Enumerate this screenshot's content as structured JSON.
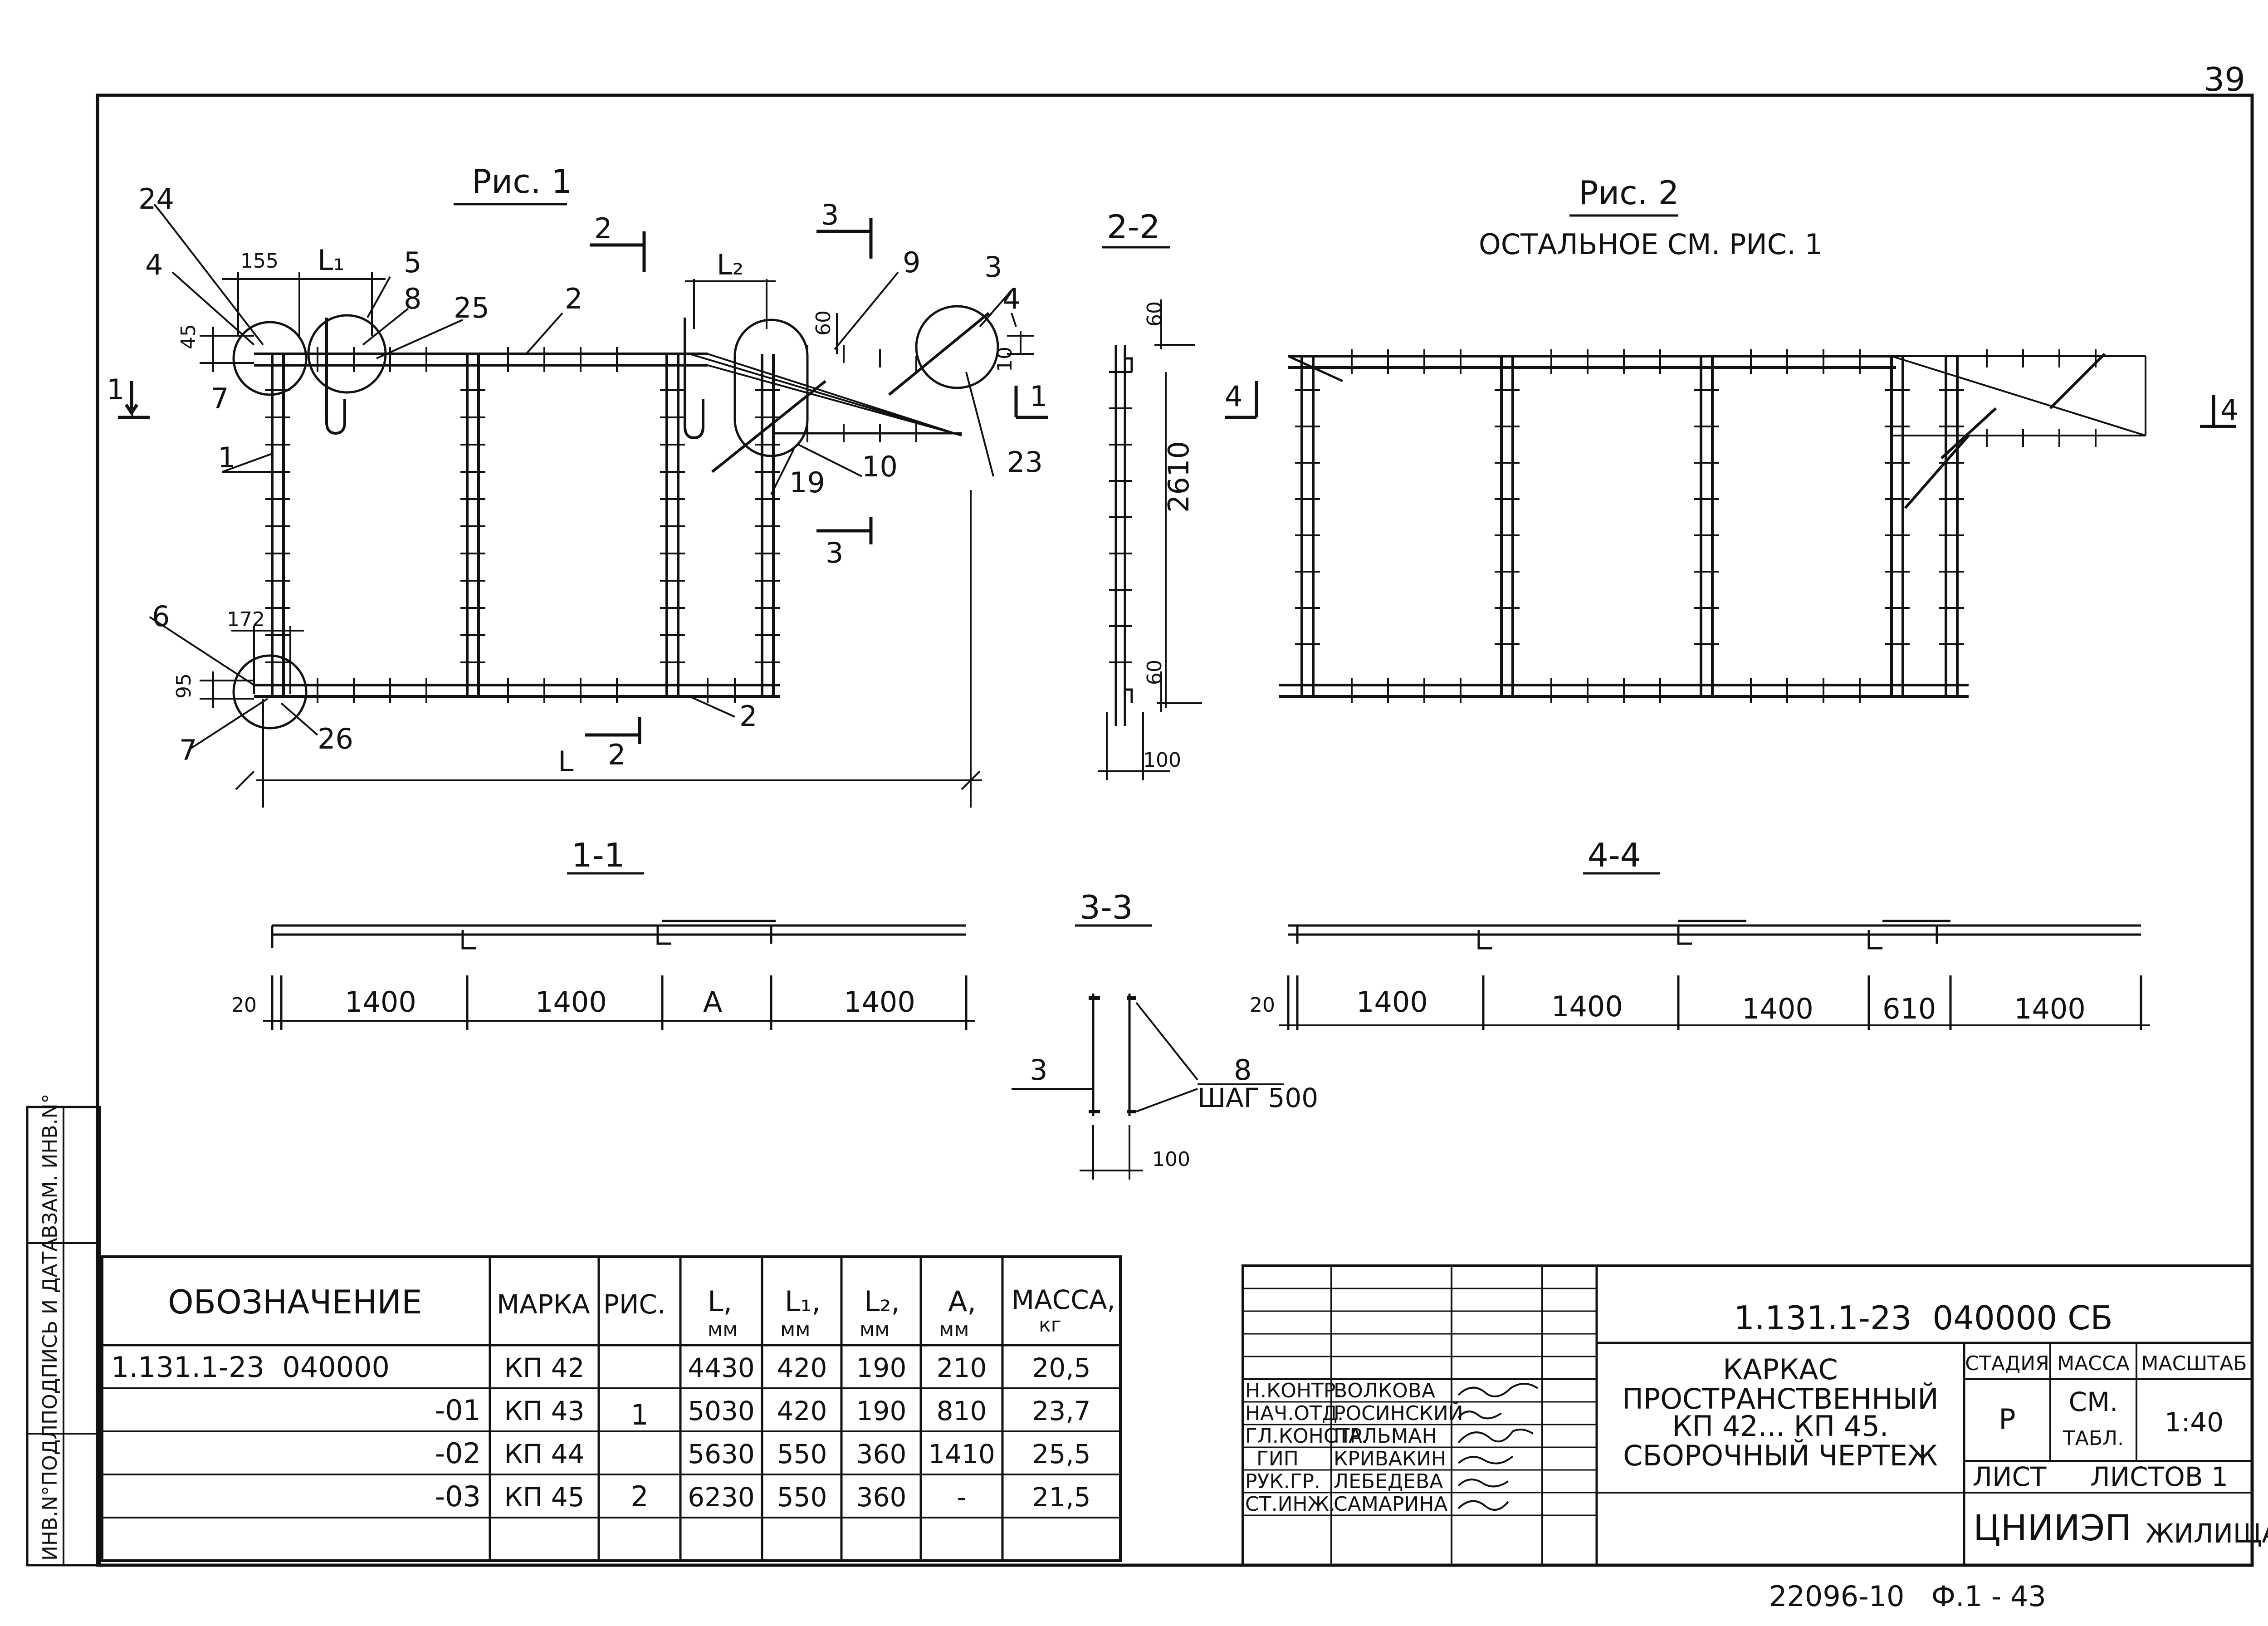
{
  "page_number": "39",
  "views": {
    "fig1_title": "Рис. 1",
    "fig2_title": "Рис. 2",
    "fig2_note": "ОСТАЛЬНОЕ СМ. РИС. 1",
    "section_22": "2-2",
    "section_11": "1-1",
    "section_33": "3-3",
    "section_44": "4-4"
  },
  "fig1": {
    "callouts": {
      "c24": "24",
      "c4": "4",
      "c5": "5",
      "c8": "8",
      "c25": "25",
      "c2": "2",
      "c1": "1",
      "c6": "6",
      "c7": "7",
      "c7b": "7",
      "c26": "26",
      "c2b": "2",
      "c9": "9",
      "c3": "3",
      "c4b": "4",
      "c19": "19",
      "c10": "10",
      "c23": "23"
    },
    "dims": {
      "d155": "155",
      "dL1": "L₁",
      "dL2": "L₂",
      "d45": "45",
      "d60": "60",
      "d10": "10",
      "d172": "172",
      "d95": "95",
      "dL": "L"
    },
    "cuts": {
      "cut2a": "2",
      "cut2b": "2",
      "cut3a": "3",
      "cut3b": "3",
      "cut1a": "1",
      "cut1b": "1"
    }
  },
  "section22": {
    "d60a": "60",
    "d2610": "2610",
    "d60b": "60",
    "d100": "100"
  },
  "fig2": {
    "cut4a": "4",
    "cut4b": "4"
  },
  "section11": {
    "d20": "20",
    "seg1": "1400",
    "seg2": "1400",
    "segA": "A",
    "seg4": "1400"
  },
  "section33": {
    "c3": "3",
    "c8": "8",
    "step": "ШАГ 500",
    "d100": "100"
  },
  "section44": {
    "d20": "20",
    "seg1": "1400",
    "seg2": "1400",
    "seg3": "1400",
    "seg4": "610",
    "seg5": "1400"
  },
  "side_stamp": {
    "inv_no": "ИНВ.N°ПОДЛ.",
    "sign_date": "ПОДПИСЬ И ДАТА",
    "replace_inv": "ВЗАМ. ИНВ.N°"
  },
  "spec_table": {
    "headers": {
      "oboz": "ОБОЗНАЧЕНИЕ",
      "marka": "МАРКА",
      "ris": "РИС.",
      "L": "L,",
      "L_u": "мм",
      "L1": "L₁,",
      "L1_u": "мм",
      "L2": "L₂,",
      "L2_u": "мм",
      "A": "A,",
      "A_u": "мм",
      "mass": "МАССА,",
      "mass_u": "кг"
    },
    "rows": [
      {
        "oboz": "1.131.1-23  040000",
        "marka": "КП 42",
        "ris": "",
        "L": "4430",
        "L1": "420",
        "L2": "190",
        "A": "210",
        "mass": "20,5"
      },
      {
        "oboz": "-01",
        "marka": "КП 43",
        "ris": "1",
        "L": "5030",
        "L1": "420",
        "L2": "190",
        "A": "810",
        "mass": "23,7"
      },
      {
        "oboz": "-02",
        "marka": "КП 44",
        "ris": "",
        "L": "5630",
        "L1": "550",
        "L2": "360",
        "A": "1410",
        "mass": "25,5"
      },
      {
        "oboz": "-03",
        "marka": "КП 45",
        "ris": "2",
        "L": "6230",
        "L1": "550",
        "L2": "360",
        "A": "-",
        "mass": "21,5"
      }
    ]
  },
  "title_block": {
    "doc_code": "1.131.1-23  040000 СБ",
    "title_line1": "КАРКАС",
    "title_line2": "ПРОСТРАНСТВЕННЫЙ",
    "title_line3": "КП 42... КП 45.",
    "title_line4": "СБОРОЧНЫЙ ЧЕРТЕЖ",
    "stage_hdr": "СТАДИЯ",
    "mass_hdr": "МАССА",
    "scale_hdr": "МАСШТАБ",
    "stage": "Р",
    "mass_val1": "СМ.",
    "mass_val2": "ТАБЛ.",
    "scale": "1:40",
    "sheet": "ЛИСТ",
    "sheets": "ЛИСТОВ 1",
    "org_logo": "ЦНИИЭП",
    "org_name": "ЖИЛИЩА",
    "roles": [
      {
        "role": "Н.КОНТР.",
        "name": "ВОЛКОВА"
      },
      {
        "role": "НАЧ.ОТД.",
        "name": "РОСИНСКИЙ"
      },
      {
        "role": "ГЛ.КОНСТР.",
        "name": "ПАЛЬМАН"
      },
      {
        "role": "ГИП",
        "name": "КРИВАКИН"
      },
      {
        "role": "РУК.ГР.",
        "name": "ЛЕБЕДЕВА"
      },
      {
        "role": "СТ.ИНЖ.",
        "name": "САМАРИНА"
      }
    ]
  },
  "bottom_stamp": "22096-10   Ф.1 - 43"
}
